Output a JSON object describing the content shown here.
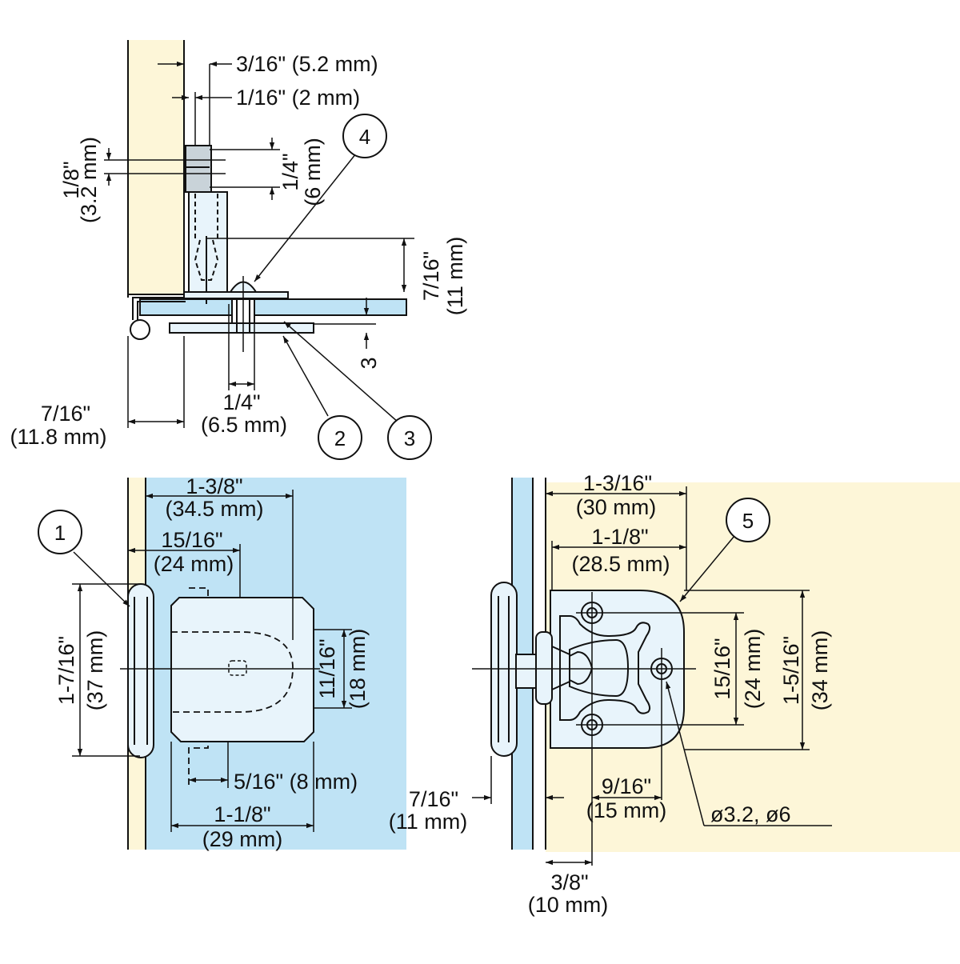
{
  "colors": {
    "wood": "#fdf6d8",
    "glass": "#bfe3f5",
    "metal": "#e8f4fb",
    "metal_dark": "#c9d3d9",
    "line": "#111111"
  },
  "side_view": {
    "dim_a": "3/16\" (5.2 mm)",
    "dim_b": "1/16\" (2 mm)",
    "dim_c_1": "1/8\"",
    "dim_c_2": "(3.2 mm)",
    "dim_d_1": "1/4\"",
    "dim_d_2": "(6 mm)",
    "dim_e_1": "7/16\"",
    "dim_e_2": "(11 mm)",
    "dim_f": "3",
    "dim_g_1": "1/4\"",
    "dim_g_2": "(6.5 mm)",
    "dim_h_1": "7/16\"",
    "dim_h_2": "(11.8 mm)"
  },
  "front_view": {
    "dim_a_1": "1-3/8\"",
    "dim_a_2": "(34.5 mm)",
    "dim_b_1": "15/16\"",
    "dim_b_2": "(24 mm)",
    "dim_c_1": "1-7/16\"",
    "dim_c_2": "(37 mm)",
    "dim_d_1": "11/16\"",
    "dim_d_2": "(18 mm)",
    "dim_e": "5/16\" (8 mm)",
    "dim_f_1": "1-1/8\"",
    "dim_f_2": "(29 mm)"
  },
  "plate_view": {
    "dim_a_1": "1-3/16\"",
    "dim_a_2": "(30 mm)",
    "dim_b_1": "1-1/8\"",
    "dim_b_2": "(28.5 mm)",
    "dim_c_1": "15/16\"",
    "dim_c_2": "(24 mm)",
    "dim_d_1": "1-5/16\"",
    "dim_d_2": "(34 mm)",
    "dim_e_1": "7/16\"",
    "dim_e_2": "(11 mm)",
    "dim_f_1": "9/16\"",
    "dim_f_2": "(15 mm)",
    "dim_g": "ø3.2,  ø6",
    "dim_h_1": "3/8\"",
    "dim_h_2": "(10 mm)"
  },
  "callouts": [
    "1",
    "2",
    "3",
    "4",
    "5"
  ]
}
